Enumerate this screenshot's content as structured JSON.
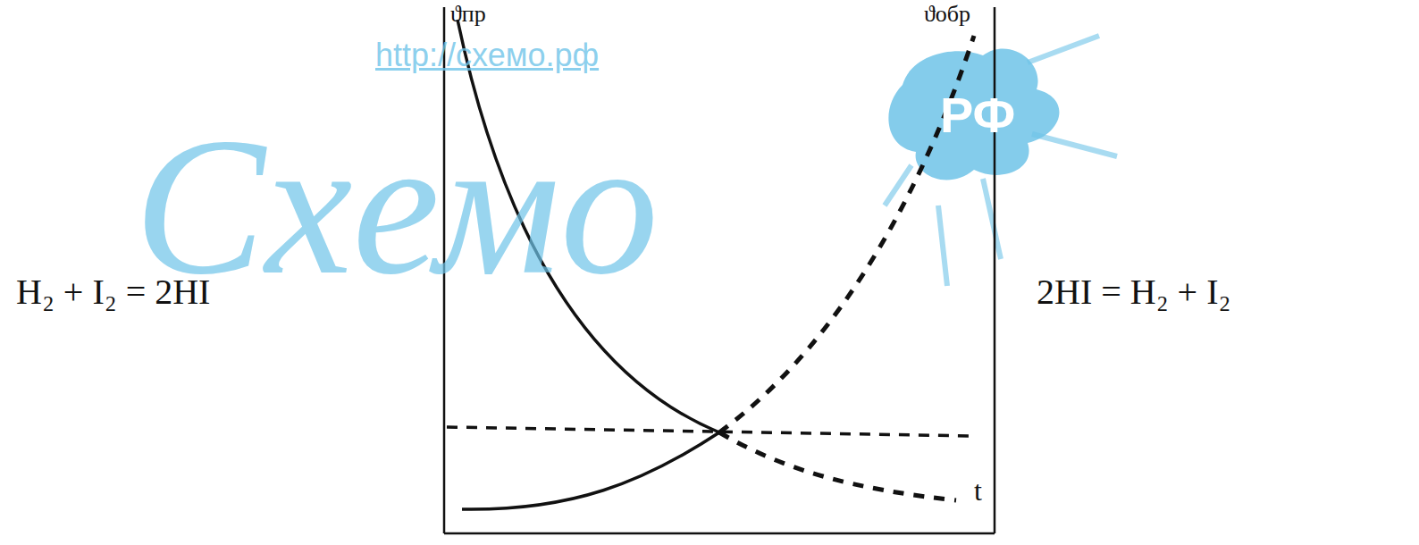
{
  "diagram": {
    "labels": [
      "ϑпр",
      "ϑобр",
      "H₂ + I₂ = 2HI",
      "2HI = H₂ + I₂",
      "t",
      "http://схемо.рф",
      "Схемо",
      "РФ"
    ]
  }
}
